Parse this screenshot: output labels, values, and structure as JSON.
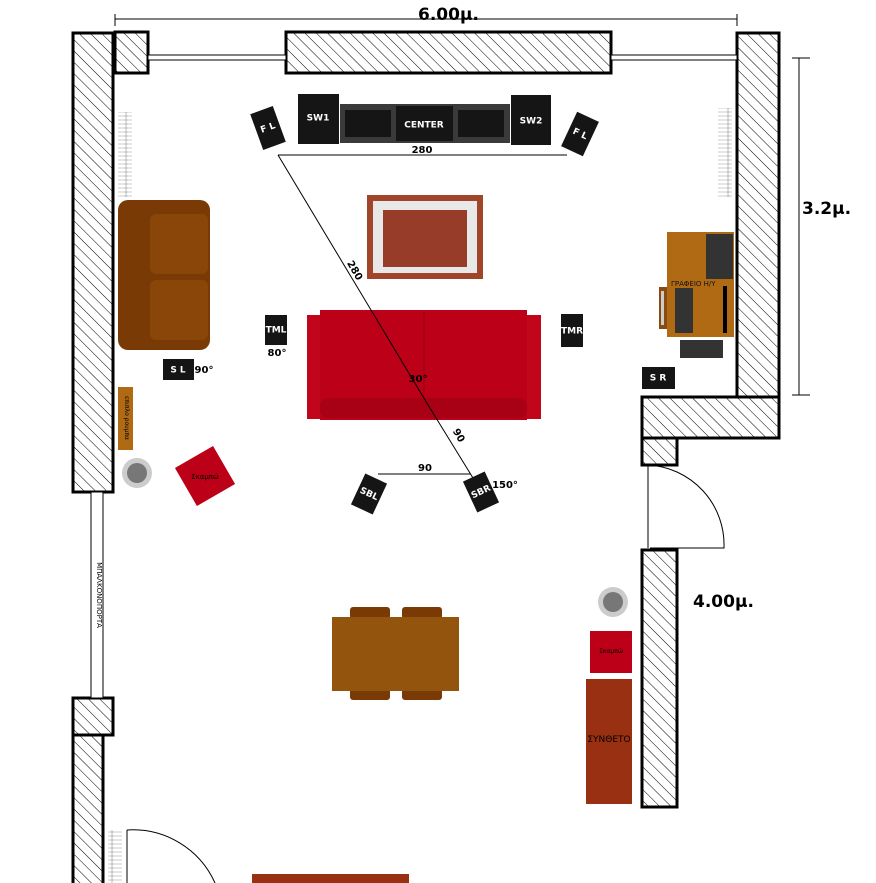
{
  "dimensions": {
    "width": "6.00μ.",
    "right_upper": "3.2μ.",
    "right_lower": "4.00μ."
  },
  "speakers": {
    "front_left_a": "F L",
    "front_left_b": "F L",
    "subwoofer_1": "SW1",
    "subwoofer_2": "SW2",
    "center": "CENTER",
    "top_middle_left": "TML",
    "top_middle_right": "TMR",
    "surround_left": "S L",
    "surround_right": "S R",
    "surround_back_left": "SBL",
    "surround_back_right": "SBR"
  },
  "measurements": {
    "front_span": "280",
    "diagonal": "280",
    "back_diagonal": "90",
    "back_span": "90",
    "angle_listening": "30°",
    "angle_tml": "80°",
    "angle_sl": "90°",
    "angle_sbr": "150°"
  },
  "furniture": {
    "desk": "ΓΡΑΦΕΙΟ Η/Υ",
    "cabinet": "επιπλο ρουμπα",
    "stool_left": "Σκαμπώ",
    "stool_right": "Σκαμπώ",
    "wall_unit": "ΣΥΝΘΕΤΟ",
    "balcony_door": "ΜΠΑΛΚΟΝΟΠΟΡΤΑ"
  },
  "colors": {
    "sofa_red": "#bc0017",
    "sofa_brown": "#7a3a06",
    "desk": "#b06a14",
    "wall_unit": "#9a3012"
  }
}
